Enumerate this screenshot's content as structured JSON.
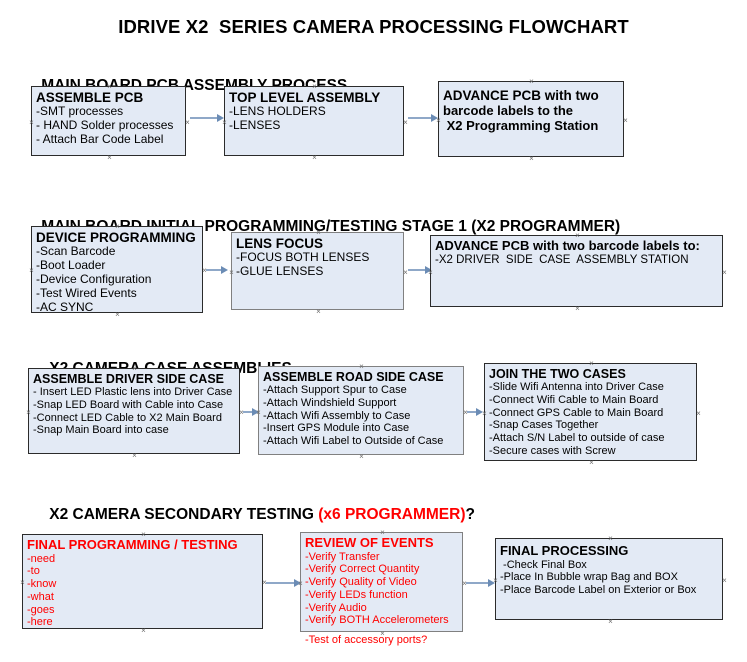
{
  "title": "IDRIVE X2  SERIES CAMERA PROCESSING FLOWCHART",
  "colors": {
    "box_fill": "#e3eaf5",
    "box_border_dark": "#2b2b2b",
    "box_border_gray": "#808080",
    "connector": "#8fa8c8",
    "accent_red": "#ff0000",
    "text": "#000000",
    "background": "#ffffff"
  },
  "sections": [
    {
      "heading": "MAIN BOARD PCB ASSEMBLY PROCESS",
      "heading_red": "",
      "heading_suffix": "",
      "boxes": [
        {
          "title": "ASSEMBLE PCB",
          "lines": [
            "-SMT processes",
            "- HAND Solder processes",
            "- Attach Bar Code Label"
          ]
        },
        {
          "title": "TOP LEVEL ASSEMBLY",
          "lines": [
            "-LENS HOLDERS",
            "-LENSES"
          ]
        },
        {
          "title": "ADVANCE PCB with two",
          "lines": [
            "barcode labels to the",
            " X2 Programming Station"
          ]
        }
      ]
    },
    {
      "heading": "MAIN BOARD INITIAL PROGRAMMING/TESTING STAGE 1 (X2 PROGRAMMER)",
      "heading_red": "",
      "heading_suffix": "",
      "boxes": [
        {
          "title": "DEVICE PROGRAMMING",
          "lines": [
            "-Scan Barcode",
            "-Boot Loader",
            "-Device Configuration",
            "-Test Wired Events",
            "-AC SYNC"
          ]
        },
        {
          "title": "LENS FOCUS",
          "lines": [
            "-FOCUS BOTH LENSES",
            "-GLUE LENSES"
          ]
        },
        {
          "title": "ADVANCE PCB with two barcode labels to:",
          "lines": [
            "-X2 DRIVER  SIDE  CASE  ASSEMBLY STATION"
          ]
        }
      ]
    },
    {
      "heading": "X2 CAMERA CASE ASSEMBLIES",
      "heading_red": "",
      "heading_suffix": "",
      "boxes": [
        {
          "title": "ASSEMBLE DRIVER SIDE CASE",
          "lines": [
            "- Insert LED Plastic lens into Driver Case",
            "-Snap LED Board with Cable into Case",
            "-Connect LED Cable to X2 Main Board",
            "-Snap Main Board into case"
          ]
        },
        {
          "title": "ASSEMBLE ROAD SIDE CASE",
          "lines": [
            "-Attach Support Spur to Case",
            "-Attach Windshield Support",
            "-Attach Wifi Assembly to Case",
            "-Insert GPS Module into Case",
            "-Attach Wifi Label to Outside of Case"
          ]
        },
        {
          "title": "JOIN THE TWO CASES",
          "lines": [
            "-Slide Wifi Antenna into Driver Case",
            "-Connect Wifi Cable to Main Board",
            "-Connect GPS Cable to Main Board",
            "-Snap Cases Together",
            "-Attach S/N Label to outside of case",
            "-Secure cases with Screw"
          ]
        }
      ]
    },
    {
      "heading": "X2 CAMERA SECONDARY TESTING ",
      "heading_red": "(x6 PROGRAMMER)",
      "heading_suffix": "?",
      "boxes": [
        {
          "title": "FINAL PROGRAMMING / TESTING",
          "lines": [
            "-need",
            "-to",
            "-know",
            "-what",
            "-goes",
            "-here"
          ]
        },
        {
          "title": "REVIEW OF EVENTS",
          "lines": [
            "-Verify Transfer",
            "-Verify Correct Quantity",
            "-Verify Quality of Video",
            "-Verify LEDs function",
            "-Verify Audio",
            "-Verify BOTH Accelerometers"
          ],
          "overflow_line": "-Test of accessory ports?"
        },
        {
          "title": "FINAL PROCESSING",
          "lines": [
            " -Check Final Box",
            "-Place In Bubble wrap Bag and BOX",
            "-Place Barcode Label on Exterior or Box"
          ]
        }
      ]
    }
  ]
}
